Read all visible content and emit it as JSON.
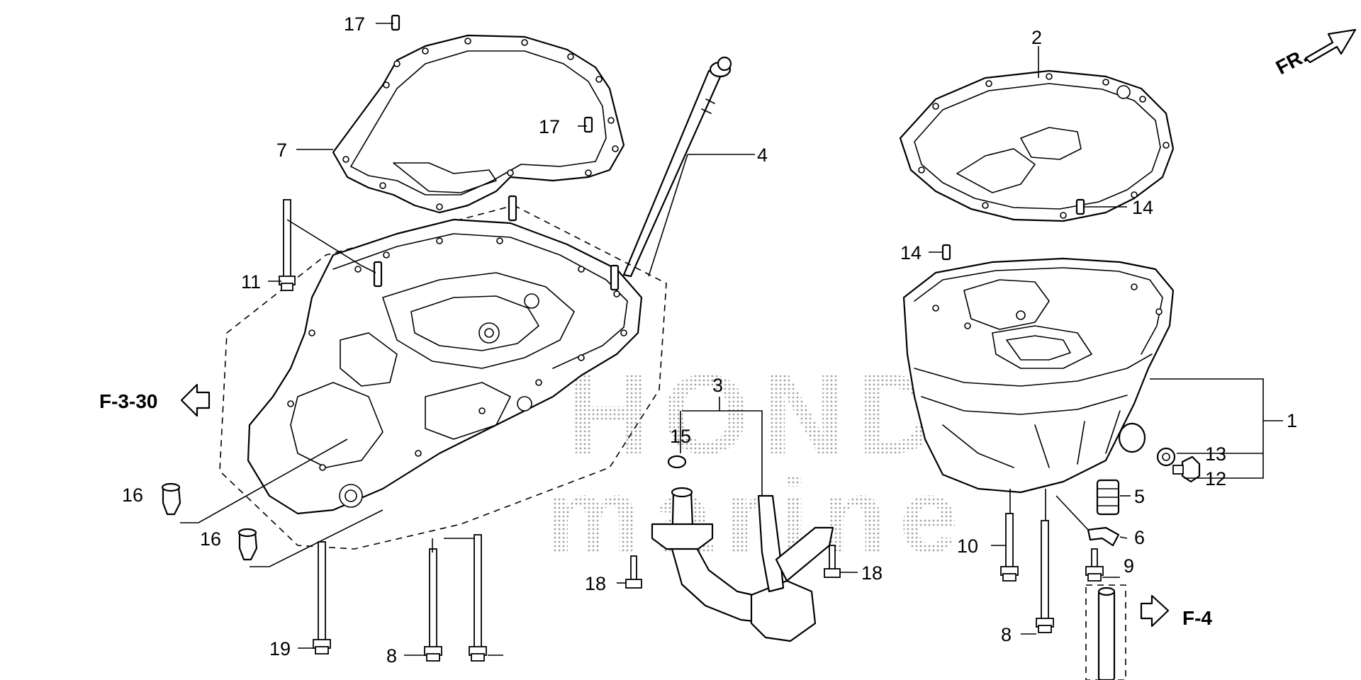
{
  "watermark": {
    "line1": "HONDA",
    "line2": "marine"
  },
  "orientation": {
    "front_label": "FR."
  },
  "references": {
    "left": "F-3-30",
    "right": "F-4"
  },
  "callouts": [
    {
      "id": "c1",
      "label": "1"
    },
    {
      "id": "c2",
      "label": "2"
    },
    {
      "id": "c3",
      "label": "3"
    },
    {
      "id": "c4",
      "label": "4"
    },
    {
      "id": "c5",
      "label": "5"
    },
    {
      "id": "c6",
      "label": "6"
    },
    {
      "id": "c7",
      "label": "7"
    },
    {
      "id": "c8a",
      "label": "8"
    },
    {
      "id": "c8b",
      "label": "8"
    },
    {
      "id": "c9",
      "label": "9"
    },
    {
      "id": "c10",
      "label": "10"
    },
    {
      "id": "c11",
      "label": "11"
    },
    {
      "id": "c12",
      "label": "12"
    },
    {
      "id": "c13",
      "label": "13"
    },
    {
      "id": "c14a",
      "label": "14"
    },
    {
      "id": "c14b",
      "label": "14"
    },
    {
      "id": "c15",
      "label": "15"
    },
    {
      "id": "c16a",
      "label": "16"
    },
    {
      "id": "c16b",
      "label": "16"
    },
    {
      "id": "c17a",
      "label": "17"
    },
    {
      "id": "c17b",
      "label": "17"
    },
    {
      "id": "c18a",
      "label": "18"
    },
    {
      "id": "c18b",
      "label": "18"
    },
    {
      "id": "c19",
      "label": "19"
    }
  ]
}
